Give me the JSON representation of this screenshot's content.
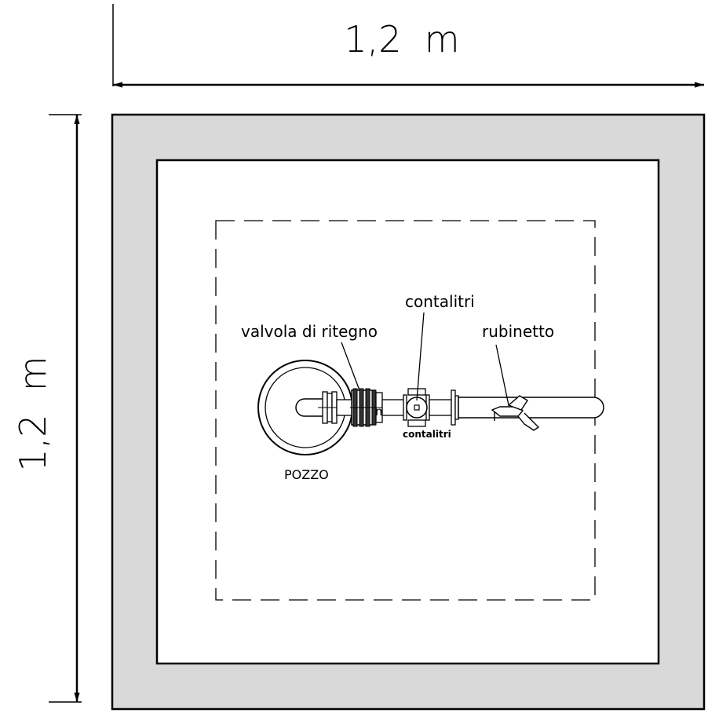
{
  "dimensions": {
    "width_label": "1,2  m",
    "height_label": "1,2  m"
  },
  "labels": {
    "check_valve": "valvola di ritegno",
    "water_meter_top": "contalitri",
    "tap": "rubinetto",
    "water_meter_small": "contalitri",
    "well": "POZZO",
    "clipped_text": "m"
  },
  "colors": {
    "wall_fill": "#d9d9d9",
    "line": "#000000",
    "background": "#ffffff"
  }
}
